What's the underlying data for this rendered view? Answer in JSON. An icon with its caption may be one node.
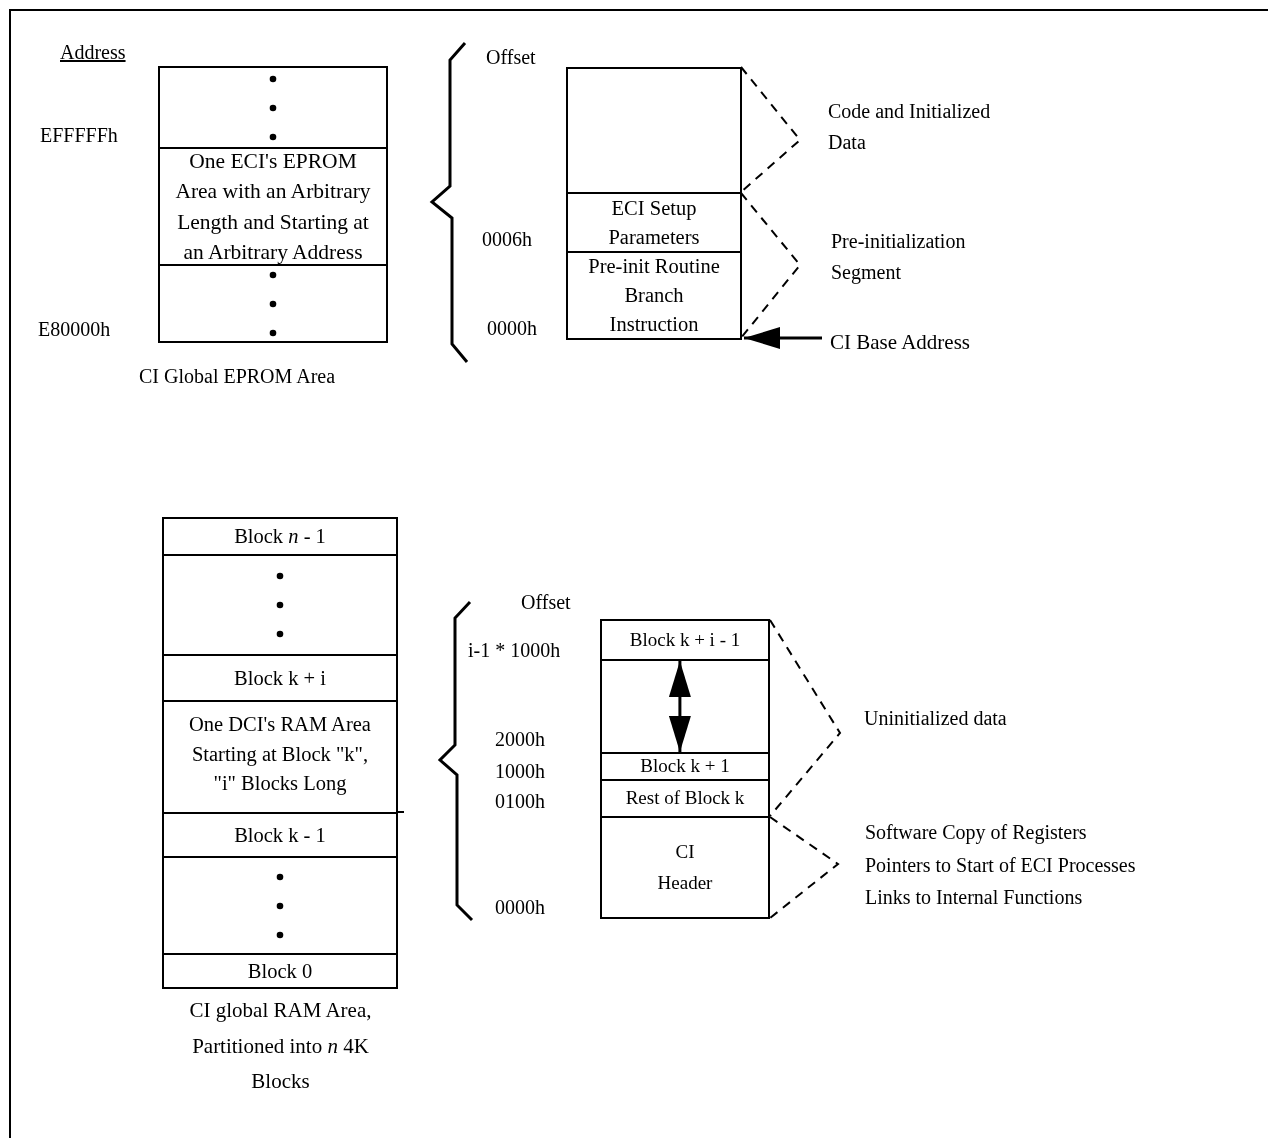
{
  "diagram": {
    "nodes": [
      {
        "text": [],
        "shape": "box"
      },
      {
        "text": [
          "One ECI's EPROM Area with an Arbitrary Length and Starting at an Arbitrary Address"
        ]
      },
      {
        "text": [],
        "shape": "box"
      },
      {
        "text": [],
        "shape": "box"
      },
      {
        "text": [
          "ECI Setup Parameters"
        ]
      },
      {
        "text": [
          "Pre-init Routine Branch Instruction"
        ]
      },
      {
        "text": [
          "CI Base Address"
        ]
      },
      {
        "text": [
          "Block *n* - 1"
        ]
      },
      {
        "text": [],
        "shape": "box"
      },
      {
        "text": [
          "Block k + i"
        ]
      },
      {
        "text": [
          "One DCI's RAM Area Starting at Block \"k\", \"i\" Blocks Long"
        ]
      },
      {
        "text": [
          "Block k - 1"
        ]
      },
      {
        "text": [],
        "shape": "box"
      },
      {
        "text": [
          "Block 0"
        ]
      },
      {
        "text": [
          "Block k + i - 1"
        ]
      },
      {
        "text": [
          "Block k + 1"
        ]
      },
      {
        "text": [
          "Rest of Block k"
        ]
      },
      {
        "text": [
          "CI Header"
        ]
      }
    ],
    "edges": [
      {
        "from": 6,
        "to": 5,
        "arrow": "to"
      },
      {
        "from": 14,
        "to": 15,
        "arrow": "both"
      }
    ],
    "labels": [
      "Address",
      "EFFFFFh",
      "E80000h",
      "CI Global EPROM Area",
      "Offset",
      "0006h",
      "0000h",
      "Code and Initialized Data",
      "Pre-initialization Segment",
      "CI global RAM Area, Partitioned into *n* 4K Blocks",
      "Offset",
      "i-1 * 1000h",
      "2000h",
      "1000h",
      "0100h",
      "0000h",
      "Uninitialized data",
      "Software Copy of Registers",
      "Pointers to Start of ECI Processes",
      "Links to Internal Functions"
    ]
  }
}
